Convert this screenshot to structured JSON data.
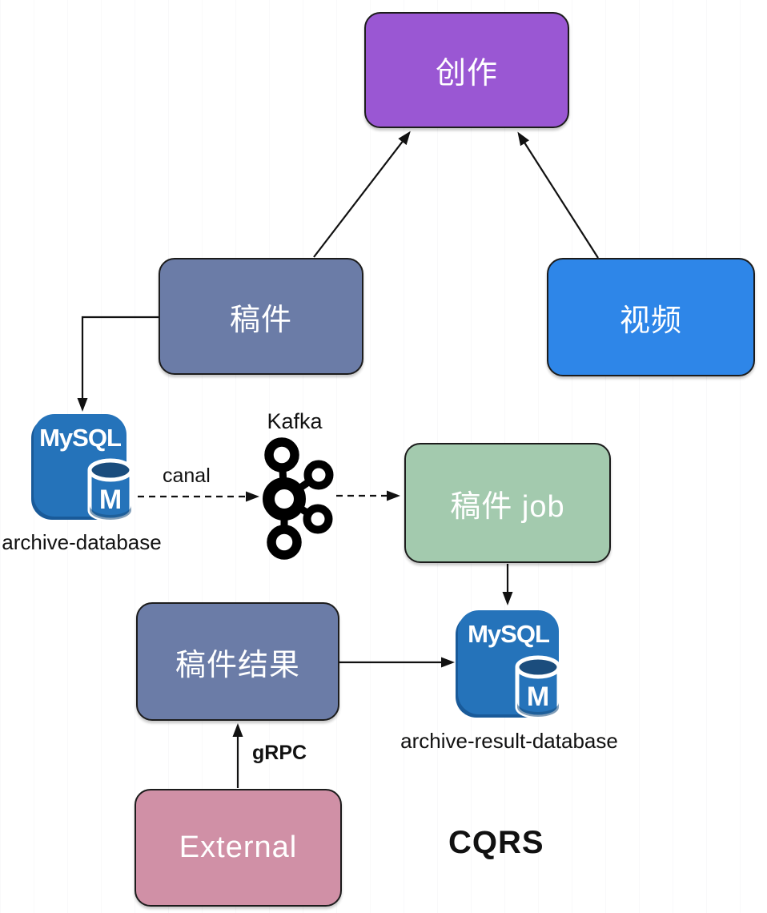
{
  "diagram": {
    "caption": "CQRS",
    "nodes": {
      "creation": {
        "label": "创作",
        "color": "#9a57d3"
      },
      "archive": {
        "label": "稿件",
        "color": "#6b7ca7"
      },
      "video": {
        "label": "视频",
        "color": "#2e86e8"
      },
      "job": {
        "label": "稿件 job",
        "color": "#a3caae"
      },
      "result": {
        "label": "稿件结果",
        "color": "#6b7ca7"
      },
      "external": {
        "label": "External",
        "color": "#d090a6"
      }
    },
    "databases": {
      "archive": {
        "product": "MySQL",
        "badge": "M",
        "caption": "archive-database",
        "color": "#2573ba"
      },
      "result": {
        "product": "MySQL",
        "badge": "M",
        "caption": "archive-result-database",
        "color": "#2573ba"
      }
    },
    "broker": {
      "label": "Kafka"
    },
    "edge_labels": {
      "canal": "canal",
      "grpc": "gRPC"
    }
  }
}
